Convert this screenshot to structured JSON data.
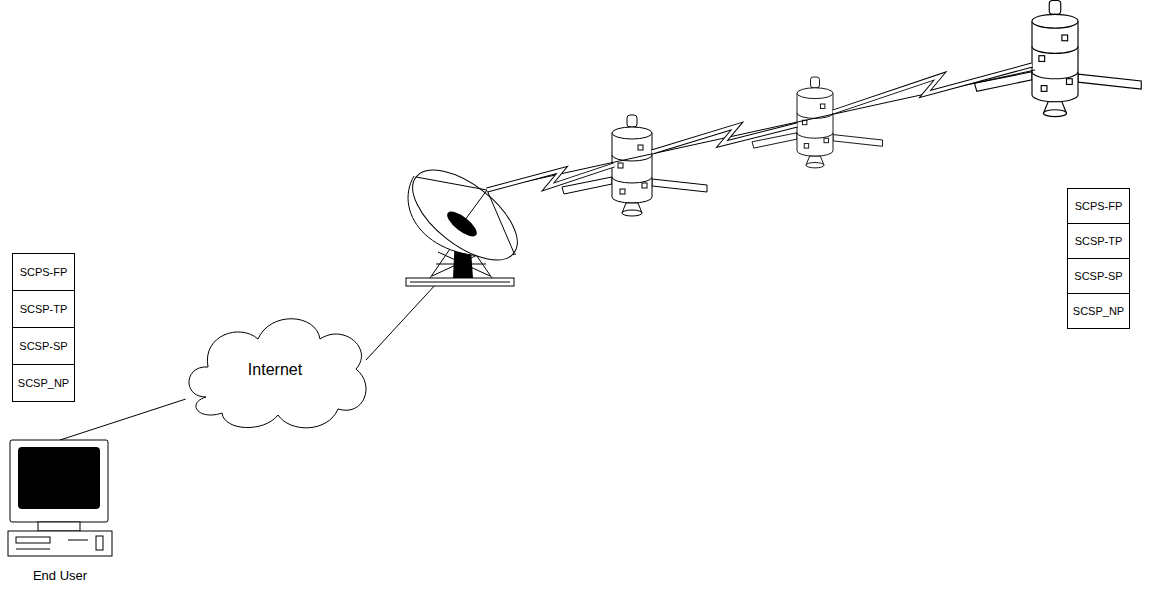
{
  "diagram": {
    "nodes": [
      {
        "text": [
          "SCPS-FP"
        ]
      },
      {
        "text": [
          "SCSP-TP"
        ]
      },
      {
        "text": [
          "SCSP-SP"
        ]
      },
      {
        "text": [
          "SCSP_NP"
        ]
      },
      {
        "text": [
          "Internet"
        ]
      },
      {
        "text": [
          "End User"
        ]
      },
      {
        "text": [
          "SCPS-FP"
        ]
      },
      {
        "text": [
          "SCSP-TP"
        ]
      },
      {
        "text": [
          "SCSP-SP"
        ]
      },
      {
        "text": [
          "SCSP_NP"
        ]
      }
    ],
    "edges": [
      {
        "from": 5,
        "to": 4,
        "arrow": "none"
      }
    ]
  }
}
